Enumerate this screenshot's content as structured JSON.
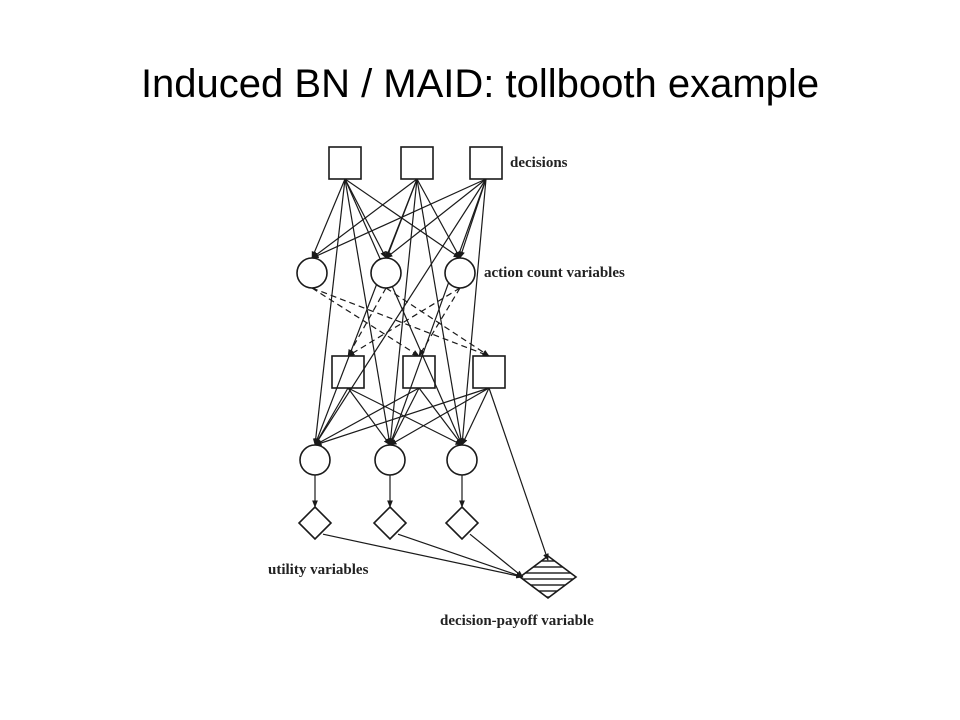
{
  "title": "Induced BN / MAID: tollbooth example",
  "labels": {
    "decisions": "decisions",
    "action_count": "action count variables",
    "utility": "utility variables",
    "decision_payoff": "decision-payoff variable"
  },
  "colors": {
    "stroke": "#1a1a1a",
    "text": "#222222",
    "background": "#ffffff"
  }
}
